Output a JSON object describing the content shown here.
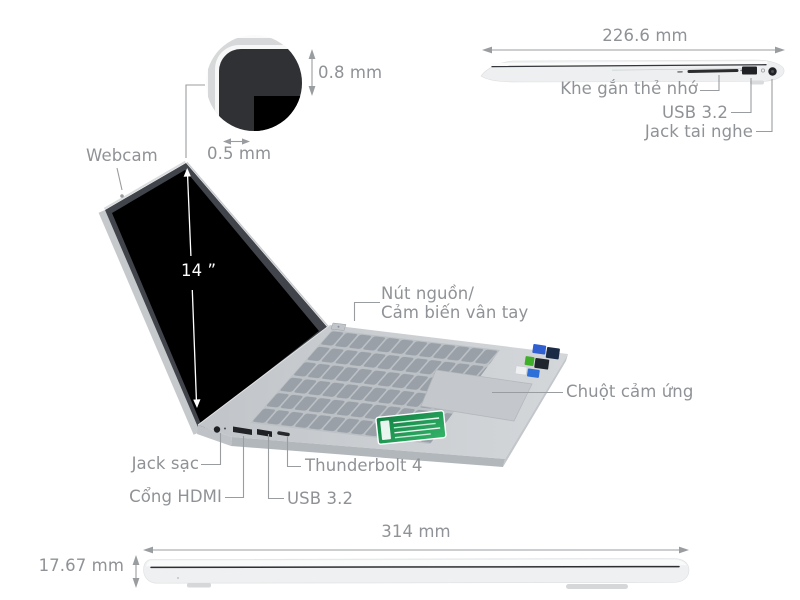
{
  "product_diagram": {
    "inset": {
      "bezel_top": "0.8 mm",
      "bezel_side": "0.5 mm"
    },
    "screen": {
      "webcam": "Webcam",
      "size": "14 ”"
    },
    "side_view": {
      "width": "226.6 mm",
      "card_slot": "Khe gắn thẻ nhớ",
      "usb": "USB 3.2",
      "headphone_jack": "Jack tai nghe"
    },
    "body": {
      "power_line1": "Nút nguồn/",
      "power_line2": "Cảm biến vân tay",
      "touchpad": "Chuột cảm ứng"
    },
    "left_ports": {
      "charge": "Jack sạc",
      "hdmi": "Cổng HDMI",
      "usb": "USB 3.2",
      "thunderbolt": "Thunderbolt 4"
    },
    "front_view": {
      "width": "314 mm",
      "height": "17.67 mm"
    }
  },
  "colors": {
    "label_text": "#8f9296",
    "annotation_line": "#9a9da0",
    "screen_black": "#000000",
    "bezel_dark": "#41454b",
    "deck_silver": "#c9cdd1",
    "keys_gray": "#99a0a8",
    "warranty_sticker_green": "#1f9e54"
  }
}
